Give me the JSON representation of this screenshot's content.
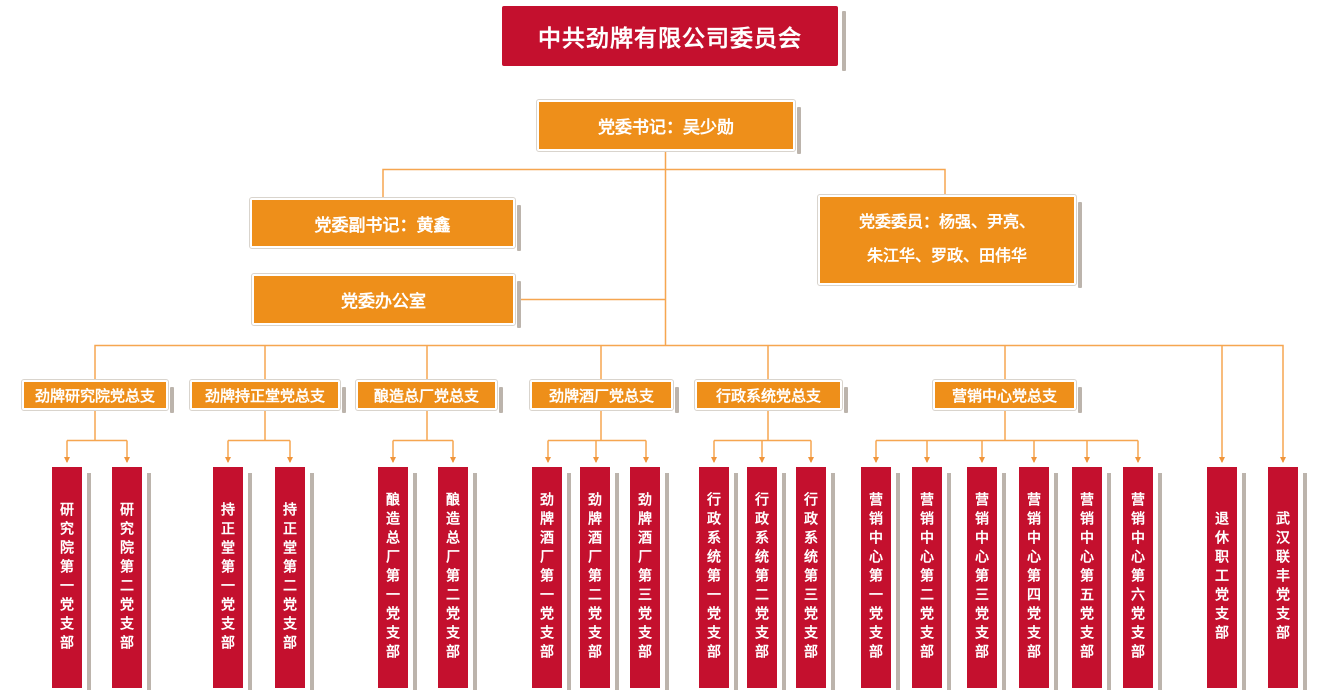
{
  "title": "中共劲牌有限公司委员会",
  "level2": {
    "secretary": "党委书记：吴少勋"
  },
  "level3": {
    "deputy_secretary": "党委副书记：黄鑫",
    "party_office": "党委办公室",
    "committee_members_line1": "党委委员：杨强、尹亮、",
    "committee_members_line2": "朱江华、罗政、田伟华"
  },
  "general_branches": [
    {
      "label": "劲牌研究院党总支",
      "children": [
        "研究院第一党支部",
        "研究院第二党支部"
      ]
    },
    {
      "label": "劲牌持正堂党总支",
      "children": [
        "持正堂第一党支部",
        "持正堂第二党支部"
      ]
    },
    {
      "label": "酿造总厂党总支",
      "children": [
        "酿造总厂第一党支部",
        "酿造总厂第二党支部"
      ]
    },
    {
      "label": "劲牌酒厂党总支",
      "children": [
        "劲牌酒厂第一党支部",
        "劲牌酒厂第二党支部",
        "劲牌酒厂第三党支部"
      ]
    },
    {
      "label": "行政系统党总支",
      "children": [
        "行政系统第一党支部",
        "行政系统第二党支部",
        "行政系统第三党支部"
      ]
    },
    {
      "label": "营销中心党总支",
      "children": [
        "营销中心第一党支部",
        "营销中心第二党支部",
        "营销中心第三党支部",
        "营销中心第四党支部",
        "营销中心第五党支部",
        "营销中心第六党支部"
      ]
    }
  ],
  "direct_branches": [
    "退休职工党支部",
    "武汉联丰党支部"
  ],
  "colors": {
    "node_red": "#C4102E",
    "node_orange": "#EE8F1A",
    "connector_orange": "#F6A650",
    "shadow_gray": "#BCB4AC",
    "text": "#FFFFFF"
  }
}
